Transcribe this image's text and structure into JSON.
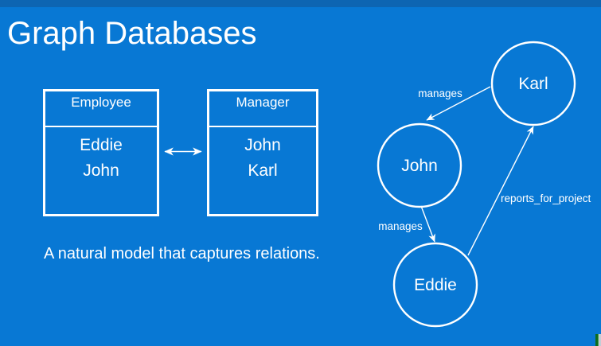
{
  "slide": {
    "title": "Graph Databases",
    "caption": "A natural model that captures relations."
  },
  "colors": {
    "background": "#0878d4",
    "top_bar": "#0d65b2",
    "foreground": "#ffffff",
    "corner_accent_green": "#0e6b1d"
  },
  "tables": [
    {
      "name": "Employee",
      "rows": [
        "Eddie",
        "John"
      ]
    },
    {
      "name": "Manager",
      "rows": [
        "John",
        "Karl"
      ]
    }
  ],
  "relation_arrow": {
    "type": "double-headed",
    "connects": [
      "Employee",
      "Manager"
    ]
  },
  "graph": {
    "nodes": [
      {
        "label": "Karl"
      },
      {
        "label": "John"
      },
      {
        "label": "Eddie"
      }
    ],
    "edges": [
      {
        "from": "Karl",
        "to": "John",
        "label": "manages"
      },
      {
        "from": "John",
        "to": "Eddie",
        "label": "manages"
      },
      {
        "from": "Eddie",
        "to": "Karl",
        "label": "reports_for_project"
      }
    ]
  }
}
